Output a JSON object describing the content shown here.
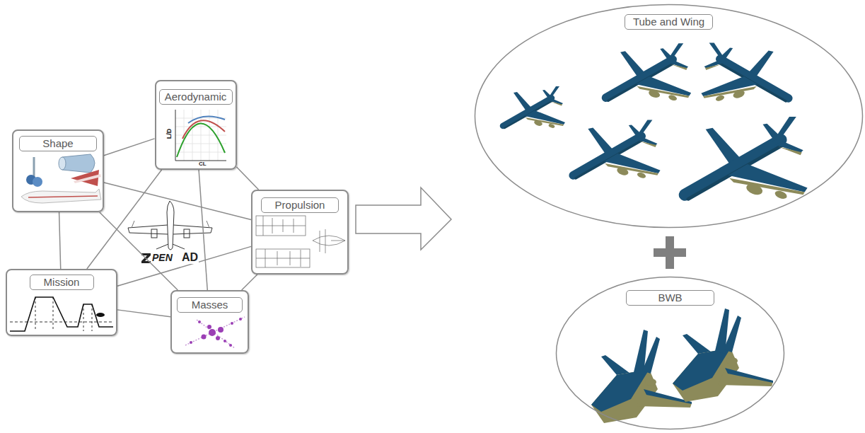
{
  "diagram": {
    "nodes": [
      {
        "text": [
          "Shape"
        ]
      },
      {
        "text": [
          "Aerodynamic"
        ]
      },
      {
        "text": [
          "Propulsion"
        ]
      },
      {
        "text": [
          "Mission"
        ]
      },
      {
        "text": [
          "Masses"
        ]
      },
      {
        "text": [
          "Tube and Wing"
        ]
      },
      {
        "text": [
          "BWB"
        ]
      }
    ],
    "edges": [
      {
        "from": 0,
        "to": 1,
        "arrow": "none"
      },
      {
        "from": 0,
        "to": 2,
        "arrow": "none"
      },
      {
        "from": 0,
        "to": 3,
        "arrow": "none"
      },
      {
        "from": 0,
        "to": 4,
        "arrow": "none"
      },
      {
        "from": 1,
        "to": 2,
        "arrow": "none"
      },
      {
        "from": 1,
        "to": 3,
        "arrow": "none"
      },
      {
        "from": 1,
        "to": 4,
        "arrow": "none"
      },
      {
        "from": 2,
        "to": 3,
        "arrow": "none"
      },
      {
        "from": 2,
        "to": 4,
        "arrow": "none"
      },
      {
        "from": 3,
        "to": 4,
        "arrow": "none"
      }
    ],
    "labels": [
      "L/D",
      "CL",
      "PEN",
      "AD"
    ]
  }
}
